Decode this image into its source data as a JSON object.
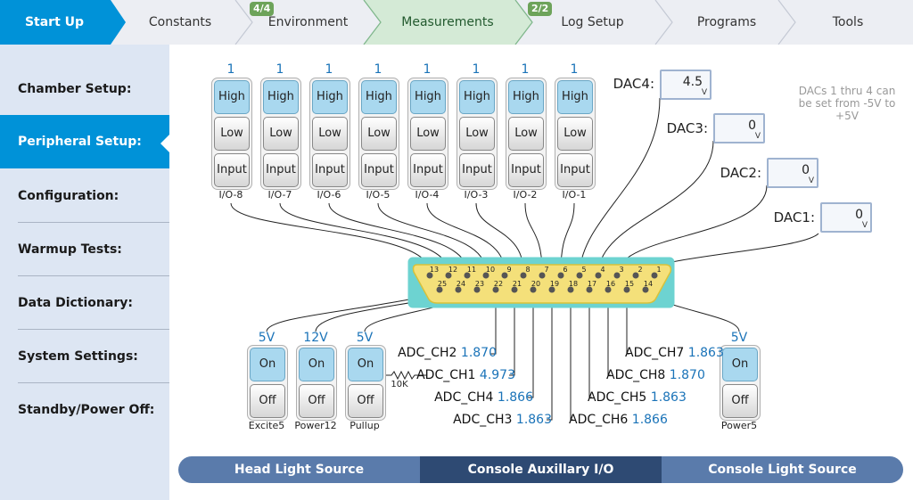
{
  "nav": {
    "tabs": [
      {
        "label": "Start Up"
      },
      {
        "label": "Constants"
      },
      {
        "label": "Environment",
        "badge": "4/4"
      },
      {
        "label": "Measurements",
        "badge": "2/2"
      },
      {
        "label": "Log Setup"
      },
      {
        "label": "Programs"
      },
      {
        "label": "Tools"
      }
    ]
  },
  "sidebar": {
    "items": [
      {
        "label": "Chamber Setup:"
      },
      {
        "label": "Peripheral Setup:"
      },
      {
        "label": "Configuration:"
      },
      {
        "label": "Warmup Tests:"
      },
      {
        "label": "Data Dictionary:"
      },
      {
        "label": "System Settings:"
      },
      {
        "label": "Standby/Power Off:"
      }
    ]
  },
  "io": {
    "high_label": "High",
    "low_label": "Low",
    "input_label": "Input",
    "channels": [
      {
        "name": "I/O-8",
        "value": "1"
      },
      {
        "name": "I/O-7",
        "value": "1"
      },
      {
        "name": "I/O-6",
        "value": "1"
      },
      {
        "name": "I/O-5",
        "value": "1"
      },
      {
        "name": "I/O-4",
        "value": "1"
      },
      {
        "name": "I/O-3",
        "value": "1"
      },
      {
        "name": "I/O-2",
        "value": "1"
      },
      {
        "name": "I/O-1",
        "value": "1"
      }
    ]
  },
  "dacs": [
    {
      "label": "DAC4:",
      "value": "4.5",
      "unit": "V"
    },
    {
      "label": "DAC3:",
      "value": "0",
      "unit": "V"
    },
    {
      "label": "DAC2:",
      "value": "0",
      "unit": "V"
    },
    {
      "label": "DAC1:",
      "value": "0",
      "unit": "V"
    }
  ],
  "dac_note": "DACs 1 thru 4 can be set from -5V to +5V",
  "connector": {
    "top_pins": [
      "13",
      "12",
      "11",
      "10",
      "9",
      "8",
      "7",
      "6",
      "5",
      "4",
      "3",
      "2",
      "1"
    ],
    "bottom_pins": [
      "25",
      "24",
      "23",
      "22",
      "21",
      "20",
      "19",
      "18",
      "17",
      "16",
      "15",
      "14"
    ]
  },
  "power": {
    "on_label": "On",
    "off_label": "Off",
    "switches": [
      {
        "name": "Excite5",
        "voltage": "5V"
      },
      {
        "name": "Power12",
        "voltage": "12V"
      },
      {
        "name": "Pullup",
        "voltage": "5V"
      },
      {
        "name": "Power5",
        "voltage": "5V"
      }
    ]
  },
  "resistor_label": "10K",
  "adc": [
    {
      "name": "ADC_CH2",
      "value": "1.870"
    },
    {
      "name": "ADC_CH1",
      "value": "4.973"
    },
    {
      "name": "ADC_CH4",
      "value": "1.866"
    },
    {
      "name": "ADC_CH3",
      "value": "1.863"
    },
    {
      "name": "ADC_CH7",
      "value": "1.863"
    },
    {
      "name": "ADC_CH8",
      "value": "1.870"
    },
    {
      "name": "ADC_CH5",
      "value": "1.863"
    },
    {
      "name": "ADC_CH6",
      "value": "1.866"
    }
  ],
  "bottom_tabs": [
    {
      "label": "Head Light Source"
    },
    {
      "label": "Console Auxillary I/O"
    },
    {
      "label": "Console Light Source"
    }
  ]
}
